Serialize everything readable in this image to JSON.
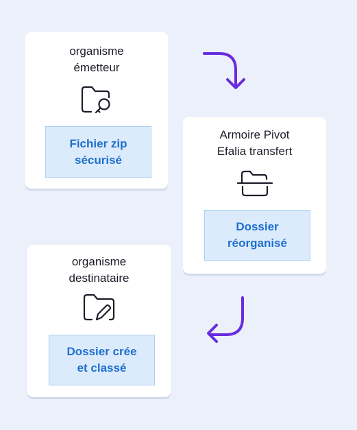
{
  "steps": [
    {
      "title_lines": [
        "organisme",
        "émetteur"
      ],
      "icon": "folder-key-icon",
      "badge_lines": [
        "Fichier zip",
        "sécurisé"
      ]
    },
    {
      "title_lines": [
        "Armoire Pivot",
        "Efalia transfert"
      ],
      "icon": "folder-open-icon",
      "badge_lines": [
        "Dossier",
        "réorganisé"
      ]
    },
    {
      "title_lines": [
        "organisme",
        "destinataire"
      ],
      "icon": "folder-edit-icon",
      "badge_lines": [
        "Dossier crée",
        "et classé"
      ]
    }
  ],
  "arrows": [
    {
      "icon": "arrow-curve-down-right-icon"
    },
    {
      "icon": "arrow-curve-down-left-icon"
    }
  ],
  "colors": {
    "background": "#ebf0fb",
    "card": "#ffffff",
    "badge_fill": "#dcebfb",
    "badge_border": "#a9cff2",
    "badge_text": "#1f6fcf",
    "arrow": "#6a2be0",
    "icon_stroke": "#1c1c28"
  }
}
